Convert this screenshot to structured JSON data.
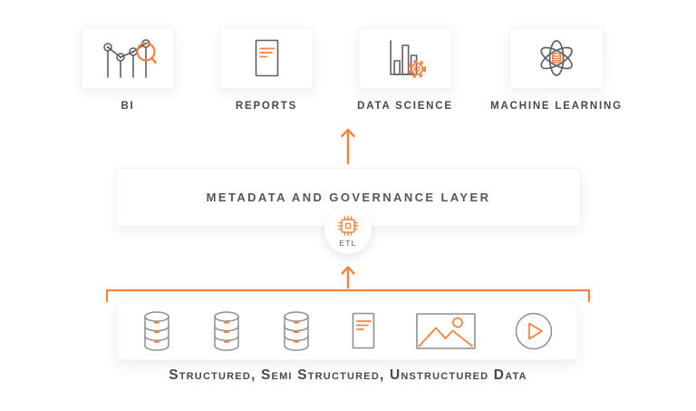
{
  "colors": {
    "accent": "#f6823b",
    "icon_dark": "#5f5f63",
    "icon_gray": "#8f8f93",
    "text_dark": "#48484d",
    "text_mid": "#55565b"
  },
  "top_row": {
    "items": [
      {
        "label": "BI",
        "icon": "bi-chart-magnifier-icon"
      },
      {
        "label": "REPORTS",
        "icon": "report-document-icon"
      },
      {
        "label": "DATA SCIENCE",
        "icon": "bar-chart-gear-icon"
      },
      {
        "label": "MACHINE LEARNING",
        "icon": "atom-data-icon"
      }
    ]
  },
  "middle": {
    "layer_label": "METADATA AND GOVERNANCE LAYER",
    "etl_label": "ETL",
    "etl_icon": "chip-icon"
  },
  "bottom": {
    "label": "Structured, Semi Structured, Unstructured Data",
    "icons": [
      "database-icon",
      "database-icon",
      "database-icon",
      "document-icon",
      "image-icon",
      "play-circle-icon"
    ]
  }
}
